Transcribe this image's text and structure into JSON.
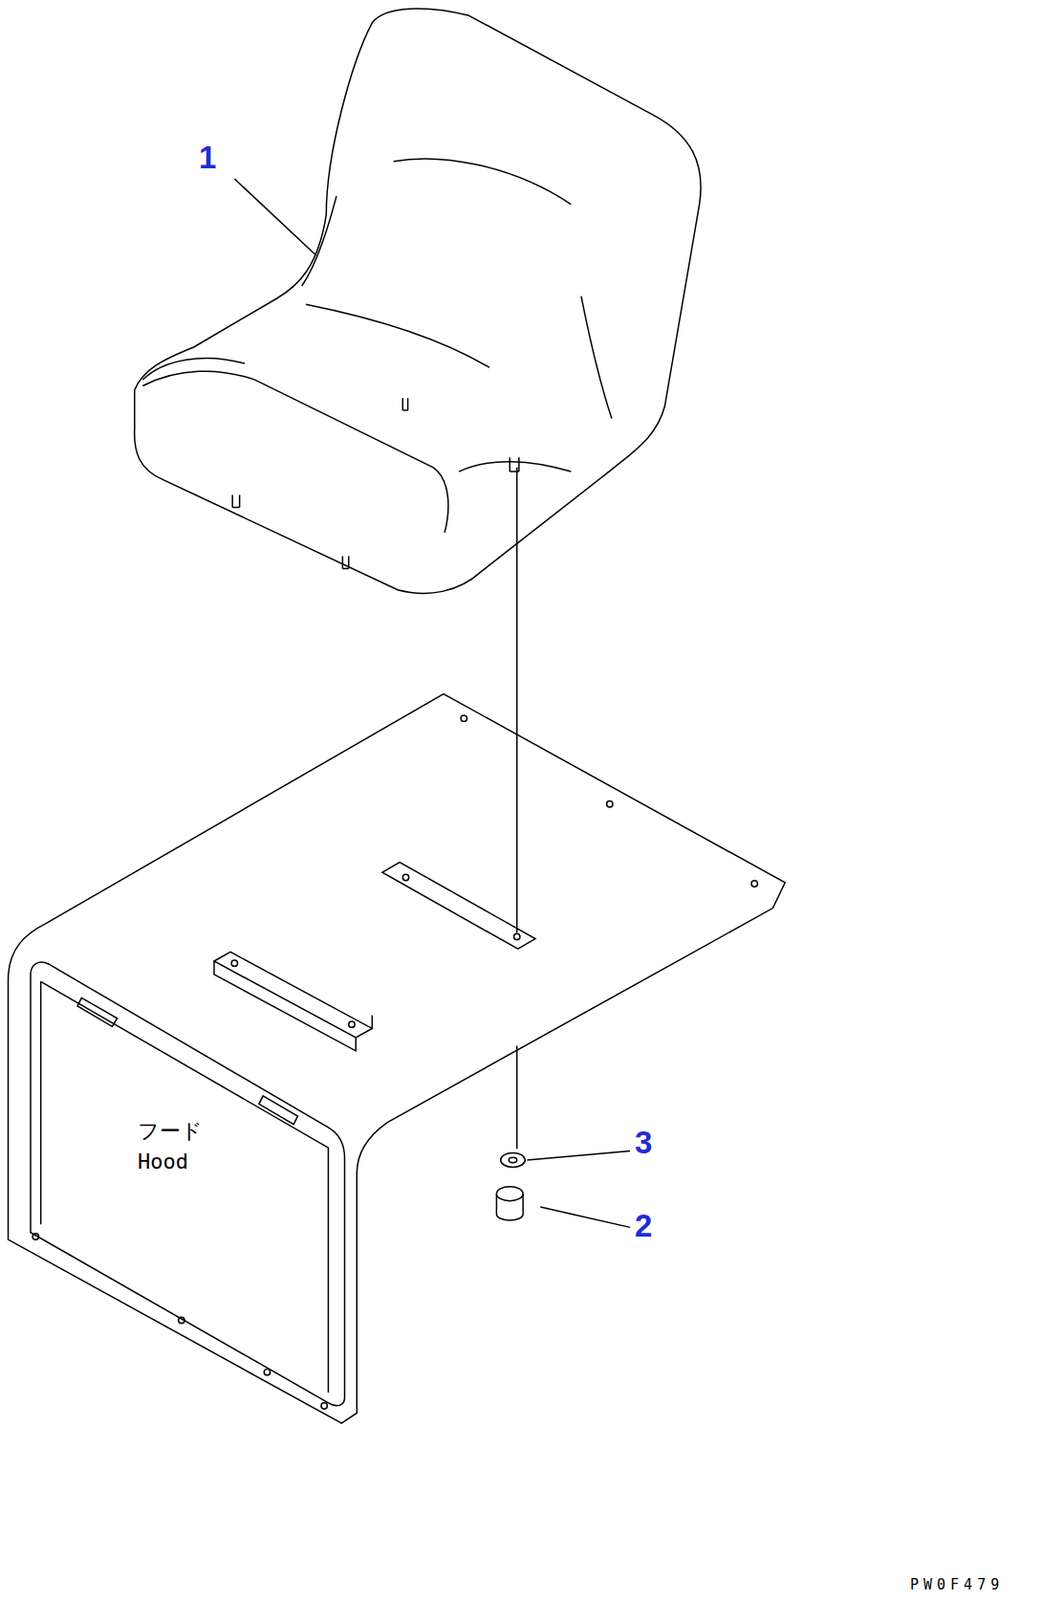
{
  "diagram": {
    "labels": [
      "1",
      "3",
      "2",
      "フード",
      "Hood",
      "PW0F479"
    ]
  }
}
